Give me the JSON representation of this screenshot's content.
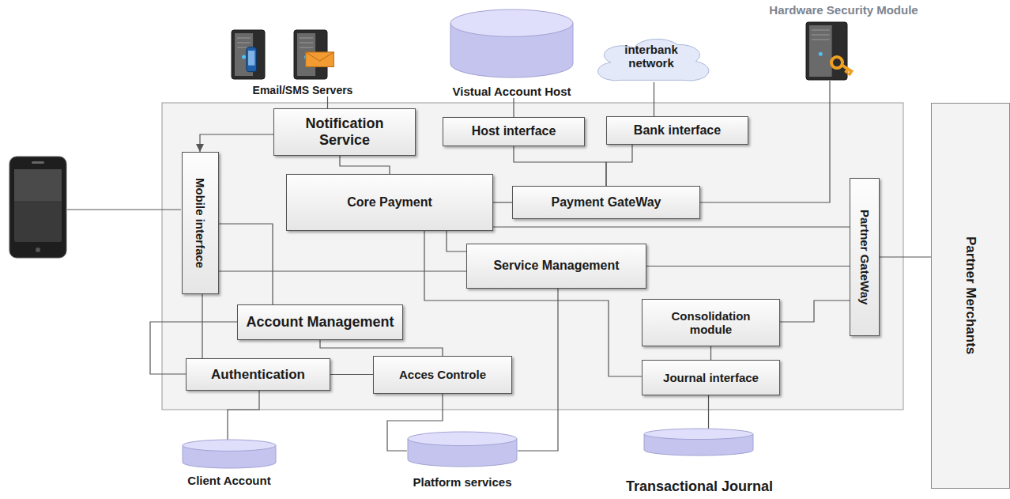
{
  "diagram": {
    "nodes": [
      {
        "text": [
          "Email/SMS Servers"
        ]
      },
      {
        "text": [
          "Vistual Account Host"
        ]
      },
      {
        "text": [
          "interbank network"
        ]
      },
      {
        "text": [
          "Hardware Security Module"
        ]
      },
      {
        "text": [
          "Notification Service"
        ]
      },
      {
        "text": [
          "Host interface"
        ]
      },
      {
        "text": [
          "Bank interface"
        ]
      },
      {
        "text": [
          "Mobile interface"
        ]
      },
      {
        "text": [
          "Core Payment"
        ]
      },
      {
        "text": [
          "Payment GateWay"
        ]
      },
      {
        "text": [
          "Partner GateWay"
        ]
      },
      {
        "text": [
          "Service Management"
        ]
      },
      {
        "text": [
          "Partner Merchants"
        ]
      },
      {
        "text": [
          "Account Management"
        ]
      },
      {
        "text": [
          "Consolidation module"
        ]
      },
      {
        "text": [
          "Authentication"
        ]
      },
      {
        "text": [
          "Acces Controle"
        ]
      },
      {
        "text": [
          "Journal interface"
        ]
      },
      {
        "text": [
          "Client Account"
        ]
      },
      {
        "text": [
          "Platform services"
        ]
      },
      {
        "text": [
          "Transactional Journal"
        ]
      }
    ],
    "edges": [
      {
        "from": 0,
        "to": 4,
        "arrow": "none"
      },
      {
        "from": 4,
        "to": 7,
        "arrow": "to"
      },
      {
        "from": 1,
        "to": 5,
        "arrow": "none"
      },
      {
        "from": 2,
        "to": 6,
        "arrow": "none"
      },
      {
        "from": 5,
        "to": 9,
        "arrow": "none"
      },
      {
        "from": 6,
        "to": 9,
        "arrow": "none"
      },
      {
        "from": 3,
        "to": 9,
        "arrow": "none"
      },
      {
        "from": 4,
        "to": 8,
        "arrow": "none"
      },
      {
        "from": 8,
        "to": 9,
        "arrow": "none"
      },
      {
        "from": 8,
        "to": 10,
        "arrow": "none"
      },
      {
        "from": 8,
        "to": 11,
        "arrow": "none"
      },
      {
        "from": 8,
        "to": 17,
        "arrow": "none"
      },
      {
        "from": 7,
        "to": 11,
        "arrow": "none"
      },
      {
        "from": 7,
        "to": 13,
        "arrow": "none"
      },
      {
        "from": 7,
        "to": 15,
        "arrow": "none"
      },
      {
        "from": 11,
        "to": 10,
        "arrow": "none"
      },
      {
        "from": 11,
        "to": 19,
        "arrow": "none"
      },
      {
        "from": 14,
        "to": 10,
        "arrow": "none"
      },
      {
        "from": 14,
        "to": 17,
        "arrow": "none"
      },
      {
        "from": 13,
        "to": 15,
        "arrow": "none"
      },
      {
        "from": 13,
        "to": 16,
        "arrow": "none"
      },
      {
        "from": 15,
        "to": 16,
        "arrow": "none"
      },
      {
        "from": 15,
        "to": 18,
        "arrow": "none"
      },
      {
        "from": 16,
        "to": 19,
        "arrow": "none"
      },
      {
        "from": 17,
        "to": 20,
        "arrow": "none"
      },
      {
        "from": 10,
        "to": 12,
        "arrow": "none"
      }
    ]
  }
}
